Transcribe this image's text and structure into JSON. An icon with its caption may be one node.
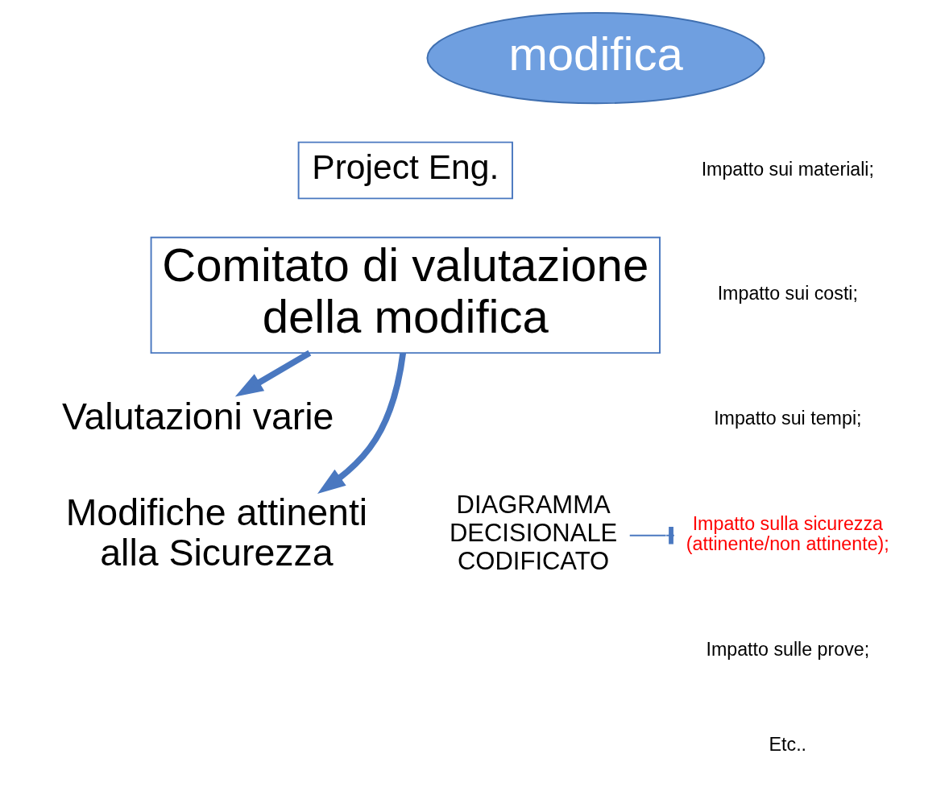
{
  "diagram": {
    "nodes": [
      {
        "text": [
          "modifica"
        ]
      },
      {
        "text": [
          "Project Eng."
        ]
      },
      {
        "text": [
          "Comitato di valutazione della modifica"
        ]
      },
      {
        "text": [
          "Impatto sulla sicurezza (attinente/non attinente);"
        ]
      },
      {
        "text": [
          "DIAGRAMMA DECISIONALE CODIFICATO"
        ]
      },
      {
        "text": [
          "Valutazioni varie"
        ]
      },
      {
        "text": [
          "Modifiche attinenti alla Sicurezza"
        ]
      }
    ],
    "edges": [
      {
        "from": 4,
        "to": 3,
        "arrow": "other"
      },
      {
        "from": 2,
        "to": 5,
        "arrow": "to"
      },
      {
        "from": 2,
        "to": 6,
        "arrow": "to"
      }
    ],
    "labels": [
      "Impatto sui materiali;",
      "Impatto sui costi;",
      "Impatto sui tempi;",
      "Impatto sulle prove;",
      "Etc.."
    ]
  }
}
